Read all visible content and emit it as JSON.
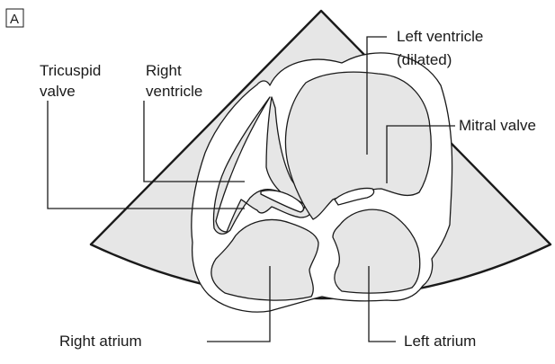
{
  "panel_label": "A",
  "labels": {
    "tricuspid_line1": "Tricuspid",
    "tricuspid_line2": "valve",
    "right_ventricle_line1": "Right",
    "right_ventricle_line2": "ventricle",
    "left_ventricle_line1": "Left ventricle",
    "left_ventricle_line2": "(dilated)",
    "mitral_valve": "Mitral valve",
    "right_atrium": "Right atrium",
    "left_atrium": "Left atrium"
  }
}
